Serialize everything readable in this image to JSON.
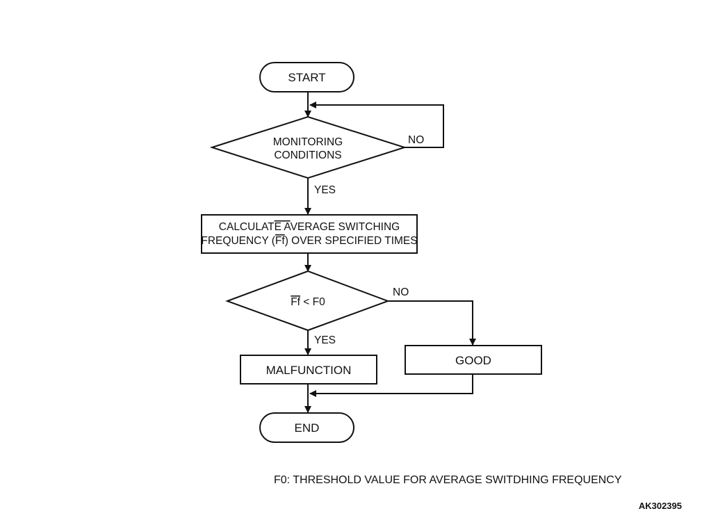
{
  "flowchart": {
    "start": "START",
    "monitoring": {
      "line1": "MONITORING",
      "line2": "CONDITIONS"
    },
    "monitoring_yes": "YES",
    "monitoring_no": "NO",
    "calculate": {
      "line1_a": "CALCULAT",
      "line1_b": "E A",
      "line1_c": "VERAGE SWITCHING",
      "line2_a": "FREQUENCY (",
      "line2_b": "Ff",
      "line2_c": ") OVER SPECIFIED TIMES"
    },
    "compare": {
      "var": "Ff",
      "rest": " < F0"
    },
    "compare_yes": "YES",
    "compare_no": "NO",
    "malfunction": "MALFUNCTION",
    "good": "GOOD",
    "end": "END"
  },
  "footnote": "F0: THRESHOLD VALUE FOR AVERAGE SWITDHING FREQUENCY",
  "figure_code": "AK302395"
}
